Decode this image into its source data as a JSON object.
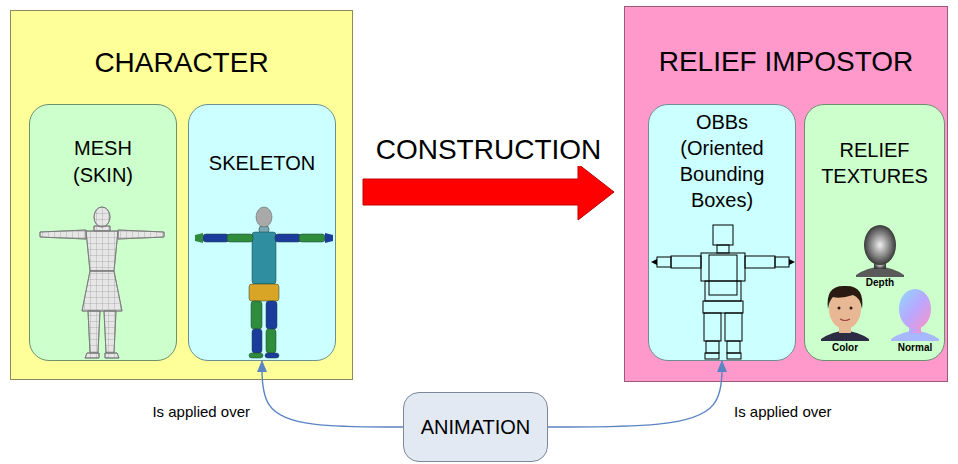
{
  "diagram": {
    "nodes": [
      {
        "text": [
          "CHARACTER"
        ]
      },
      {
        "text": [
          "MESH (SKIN)"
        ],
        "in": 0
      },
      {
        "text": [
          "SKELETON"
        ],
        "in": 0
      },
      {
        "text": [
          "RELIEF IMPOSTOR"
        ]
      },
      {
        "text": [
          "OBBs (Oriented Bounding Boxes)"
        ],
        "in": 3
      },
      {
        "text": [
          "RELIEF TEXTURES",
          "Depth",
          "Color",
          "Normal"
        ],
        "in": 3
      },
      {
        "text": [
          "ANIMATION"
        ]
      }
    ],
    "edges": [
      {
        "from": 0,
        "to": 3,
        "arrow": "to",
        "label": "CONSTRUCTION"
      },
      {
        "from": 6,
        "to": 2,
        "arrow": "to",
        "label": "Is applied over"
      },
      {
        "from": 6,
        "to": 4,
        "arrow": "to",
        "label": "Is applied over"
      }
    ]
  }
}
